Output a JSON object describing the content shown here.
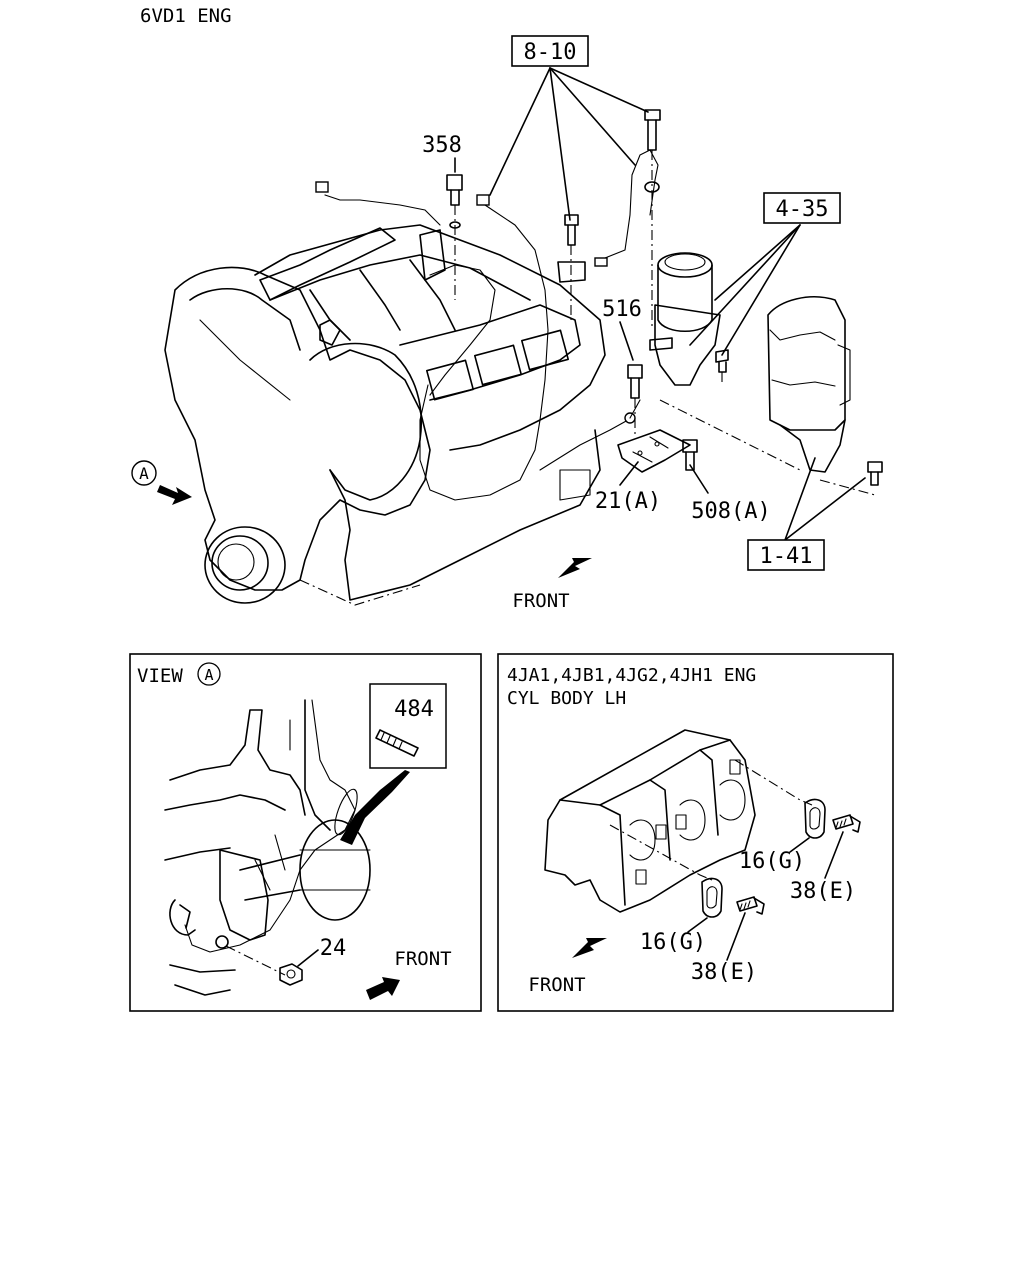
{
  "header": {
    "engine": "6VD1 ENG"
  },
  "main_view": {
    "refs": [
      "8-10",
      "4-35",
      "1-41"
    ],
    "part_numbers": [
      "358",
      "516",
      "21(A)",
      "508(A)"
    ],
    "view_marker": "A",
    "front_label": "FRONT"
  },
  "view_a": {
    "title_prefix": "VIEW",
    "marker": "A",
    "inset_part": "484",
    "part_number": "24",
    "front_label": "FRONT"
  },
  "alt_engine": {
    "line1": "4JA1,4JB1,4JG2,4JH1 ENG",
    "line2": "CYL BODY LH",
    "part_numbers": [
      "16(G)",
      "38(E)",
      "16(G)",
      "38(E)"
    ],
    "front_label": "FRONT"
  }
}
